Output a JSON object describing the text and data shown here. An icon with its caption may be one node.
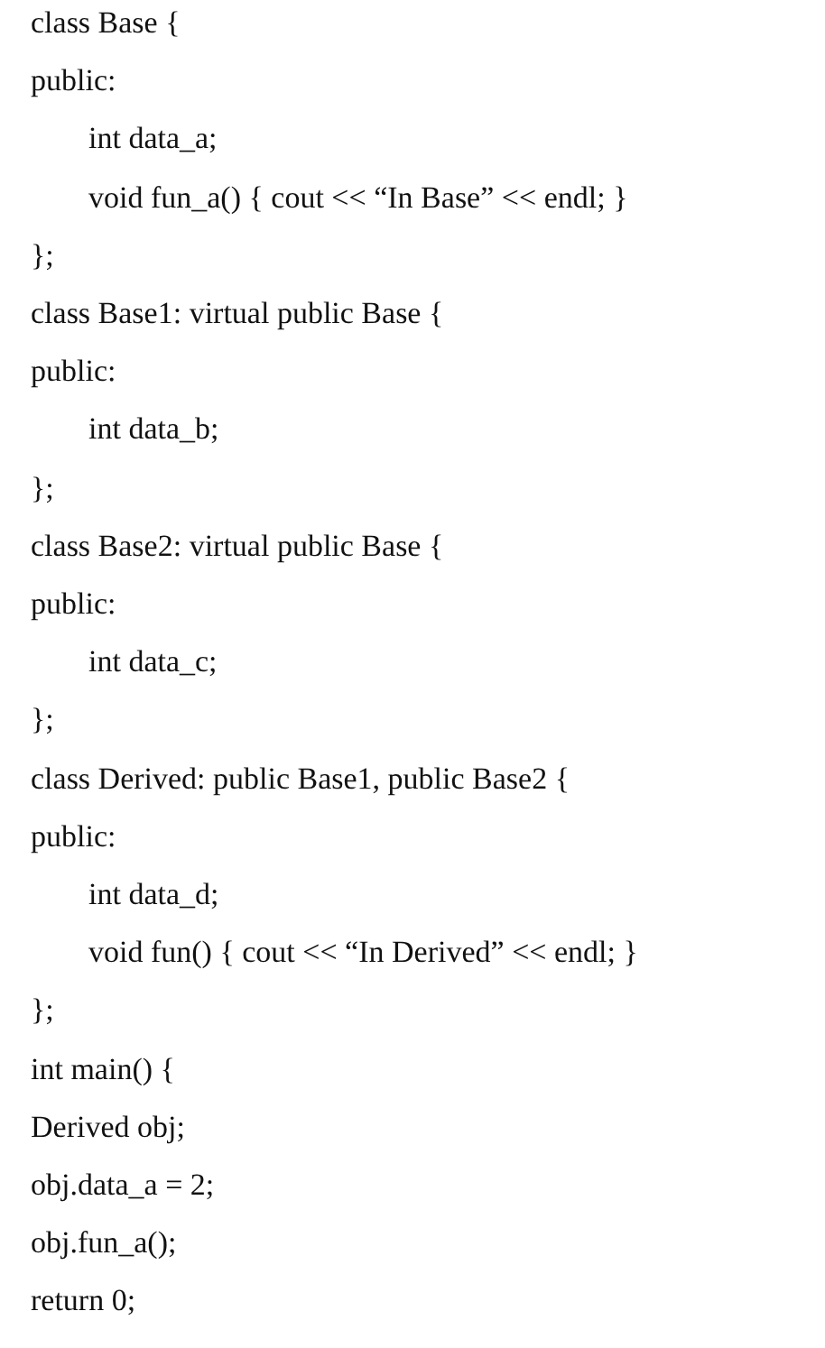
{
  "diagram": {
    "labels": [
      "class Base {",
      "public:",
      "int data_a;",
      "void fun_a() { cout << “In Base” << endl; }",
      "};",
      "class Base1: virtual public Base {",
      "public:",
      "int data_b;",
      "};",
      "class Base2: virtual public Base {",
      "public:",
      "int data_c;",
      "};",
      "class Derived: public Base1, public Base2 {",
      "public:",
      "int data_d;",
      "void fun() { cout << “In Derived” << endl; }",
      "};",
      "int main() {",
      "Derived obj;",
      "obj.data_a = 2;",
      "obj.fun_a();",
      "return 0;"
    ]
  }
}
